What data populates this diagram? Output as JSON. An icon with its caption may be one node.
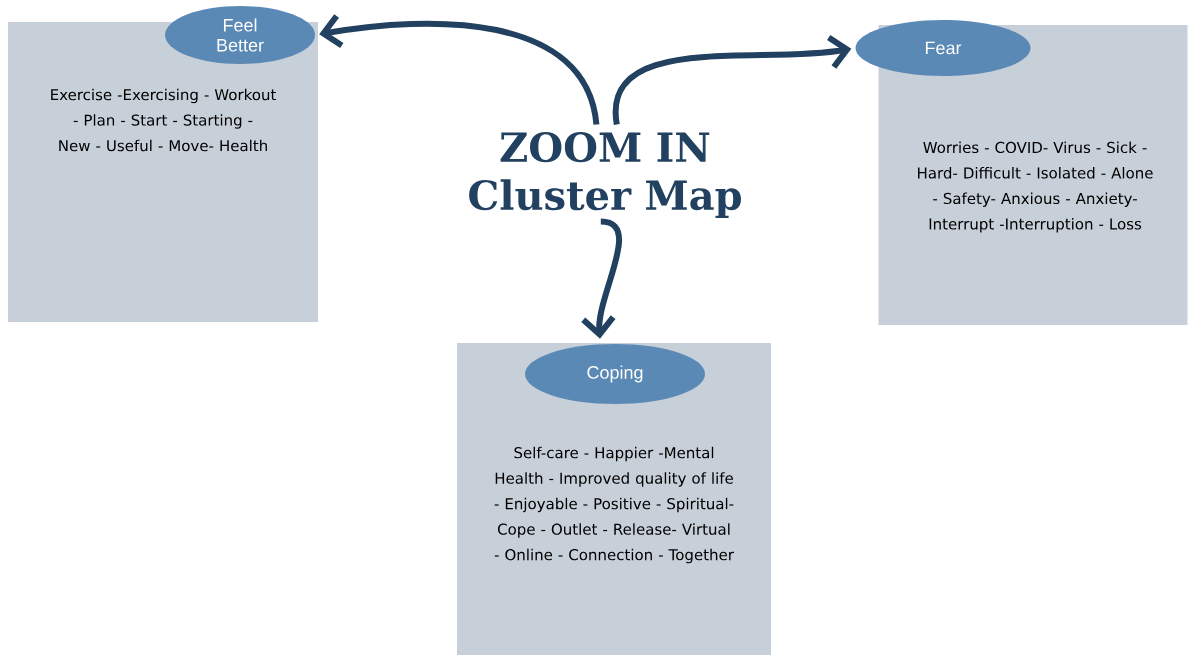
{
  "diagram": {
    "nodes": [
      {
        "text": [
          "ZOOM IN Cluster Map"
        ]
      },
      {
        "text": [
          "Exercise -Exercising - Workout - Plan - Start - Starting - New - Useful - Move- Health"
        ]
      },
      {
        "text": [
          "Feel Better"
        ]
      },
      {
        "text": [
          "Worries - COVID- Virus - Sick - Hard- Difficult - Isolated - Alone - Safety- Anxious - Anxiety- Interrupt -Interruption - Loss"
        ]
      },
      {
        "text": [
          "Fear"
        ]
      },
      {
        "text": [
          "Self-care - Happier -Mental Health - Improved quality of life - Enjoyable - Positive - Spiritual- Cope - Outlet - Release- Virtual - Online - Connection - Together"
        ]
      },
      {
        "text": [
          "Coping"
        ],
        "in": 5
      }
    ],
    "edges": [
      {
        "from": 0,
        "to": 2,
        "arrow": "to"
      },
      {
        "from": 0,
        "to": 4,
        "arrow": "to"
      },
      {
        "from": 0,
        "to": 5,
        "arrow": "to"
      }
    ]
  }
}
